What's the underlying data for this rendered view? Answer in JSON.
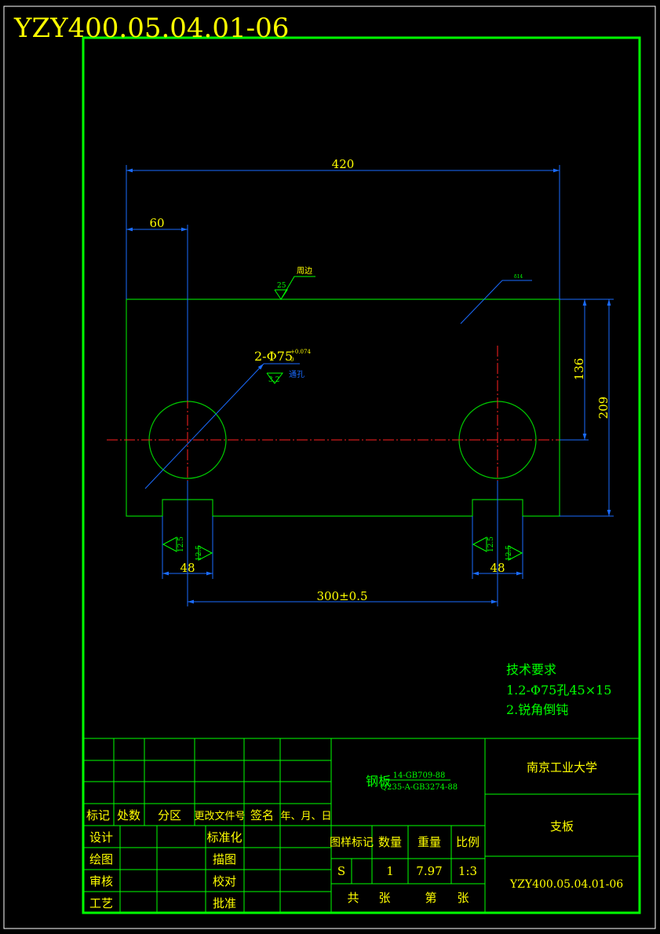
{
  "drawing_number": "YZY400.05.04.01-06",
  "colors": {
    "frame": "#00ff00",
    "part": "#00cc00",
    "dimension": "#1a6bff",
    "centerline": "#ff2020",
    "text": "#ffff00",
    "note": "#00ff00",
    "border": "#ffffff"
  },
  "dimensions": {
    "overall_width": "420",
    "hole_offset": "60",
    "height_to_center": "136",
    "overall_height": "209",
    "slot_width_left": "48",
    "slot_width_right": "48",
    "hole_spacing": "300±0.5",
    "chamfer_left_a": "12.5",
    "chamfer_left_b": "12.5",
    "chamfer_right_a": "12.5",
    "chamfer_right_b": "12.5"
  },
  "callouts": {
    "hole_spec_main": "2-Φ75",
    "hole_tolerance_upper": "+0.074",
    "hole_tolerance_lower": "0",
    "hole_roughness": "3.2",
    "hole_through": "通孔",
    "edge_roughness": "25",
    "edge_note": "周边",
    "leader_note": "δ14"
  },
  "tech_requirements": {
    "title": "技术要求",
    "items": [
      "1.2-Φ75孔45×15",
      "2.锐角倒钝"
    ]
  },
  "title_block": {
    "material_line1": "钢板",
    "material_spec_top": "14-GB709-88",
    "material_spec_bottom": "Q235-A-GB3274-88",
    "university": "南京工业大学",
    "part_name": "支板",
    "drawing_code": "YZY400.05.04.01-06",
    "rev_headers": [
      "标记",
      "处数",
      "分区",
      "更改文件号",
      "签名",
      "年、月、日"
    ],
    "role_labels": [
      "设计",
      "绘图",
      "审核",
      "工艺"
    ],
    "approval_labels": [
      "标准化",
      "描图",
      "校对",
      "批准"
    ],
    "spec_headers": [
      "图样标记",
      "数量",
      "重量",
      "比例"
    ],
    "spec_values": [
      "S",
      "1",
      "7.97",
      "1:3"
    ],
    "sheet_labels": [
      "共",
      "张",
      "第",
      "张"
    ]
  }
}
